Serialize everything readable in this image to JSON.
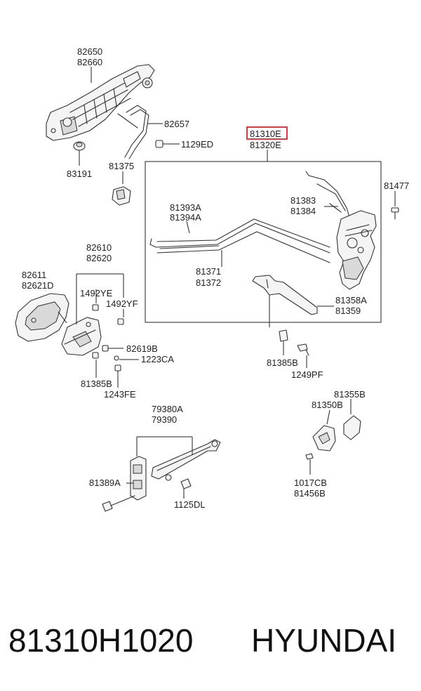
{
  "labels": {
    "handle_82650": "82650",
    "handle_82660": "82660",
    "rod_82657": "82657",
    "bolt_1129ED": "1129ED",
    "cap_83191": "83191",
    "clip_81375": "81375",
    "latch_81310E": "81310E",
    "latch_81320E": "81320E",
    "screw_81477": "81477",
    "rod_81383": "81383",
    "rod_81384": "81384",
    "rod_81393A": "81393A",
    "rod_81394A": "81394A",
    "rod_81371": "81371",
    "rod_81372": "81372",
    "bracket_81358A": "81358A",
    "bracket_81359": "81359",
    "inner_82610": "82610",
    "inner_82620": "82620",
    "bezel_82611": "82611",
    "bezel_82621D": "82621D",
    "screw_1492YE": "1492YE",
    "screw_1492YF": "1492YF",
    "clip_82619B": "82619B",
    "screw_1223CA": "1223CA",
    "screw_81385B_left": "81385B",
    "screw_1243FE": "1243FE",
    "screw_81385B_mid": "81385B",
    "screw_1249PF": "1249PF",
    "striker_81355B": "81355B",
    "striker_81350B": "81350B",
    "bolt_1017CB": "1017CB",
    "bolt_81456B": "81456B",
    "checker_79380A": "79380A",
    "checker_79390": "79390",
    "bolt_81389A": "81389A",
    "bolt_1125DL": "1125DL"
  },
  "footer": {
    "part_number": "81310H1020",
    "brand": "HYUNDAI"
  },
  "colors": {
    "highlight": "#e0242b",
    "line": "#222222",
    "part_fill": "#f4f4f4"
  }
}
